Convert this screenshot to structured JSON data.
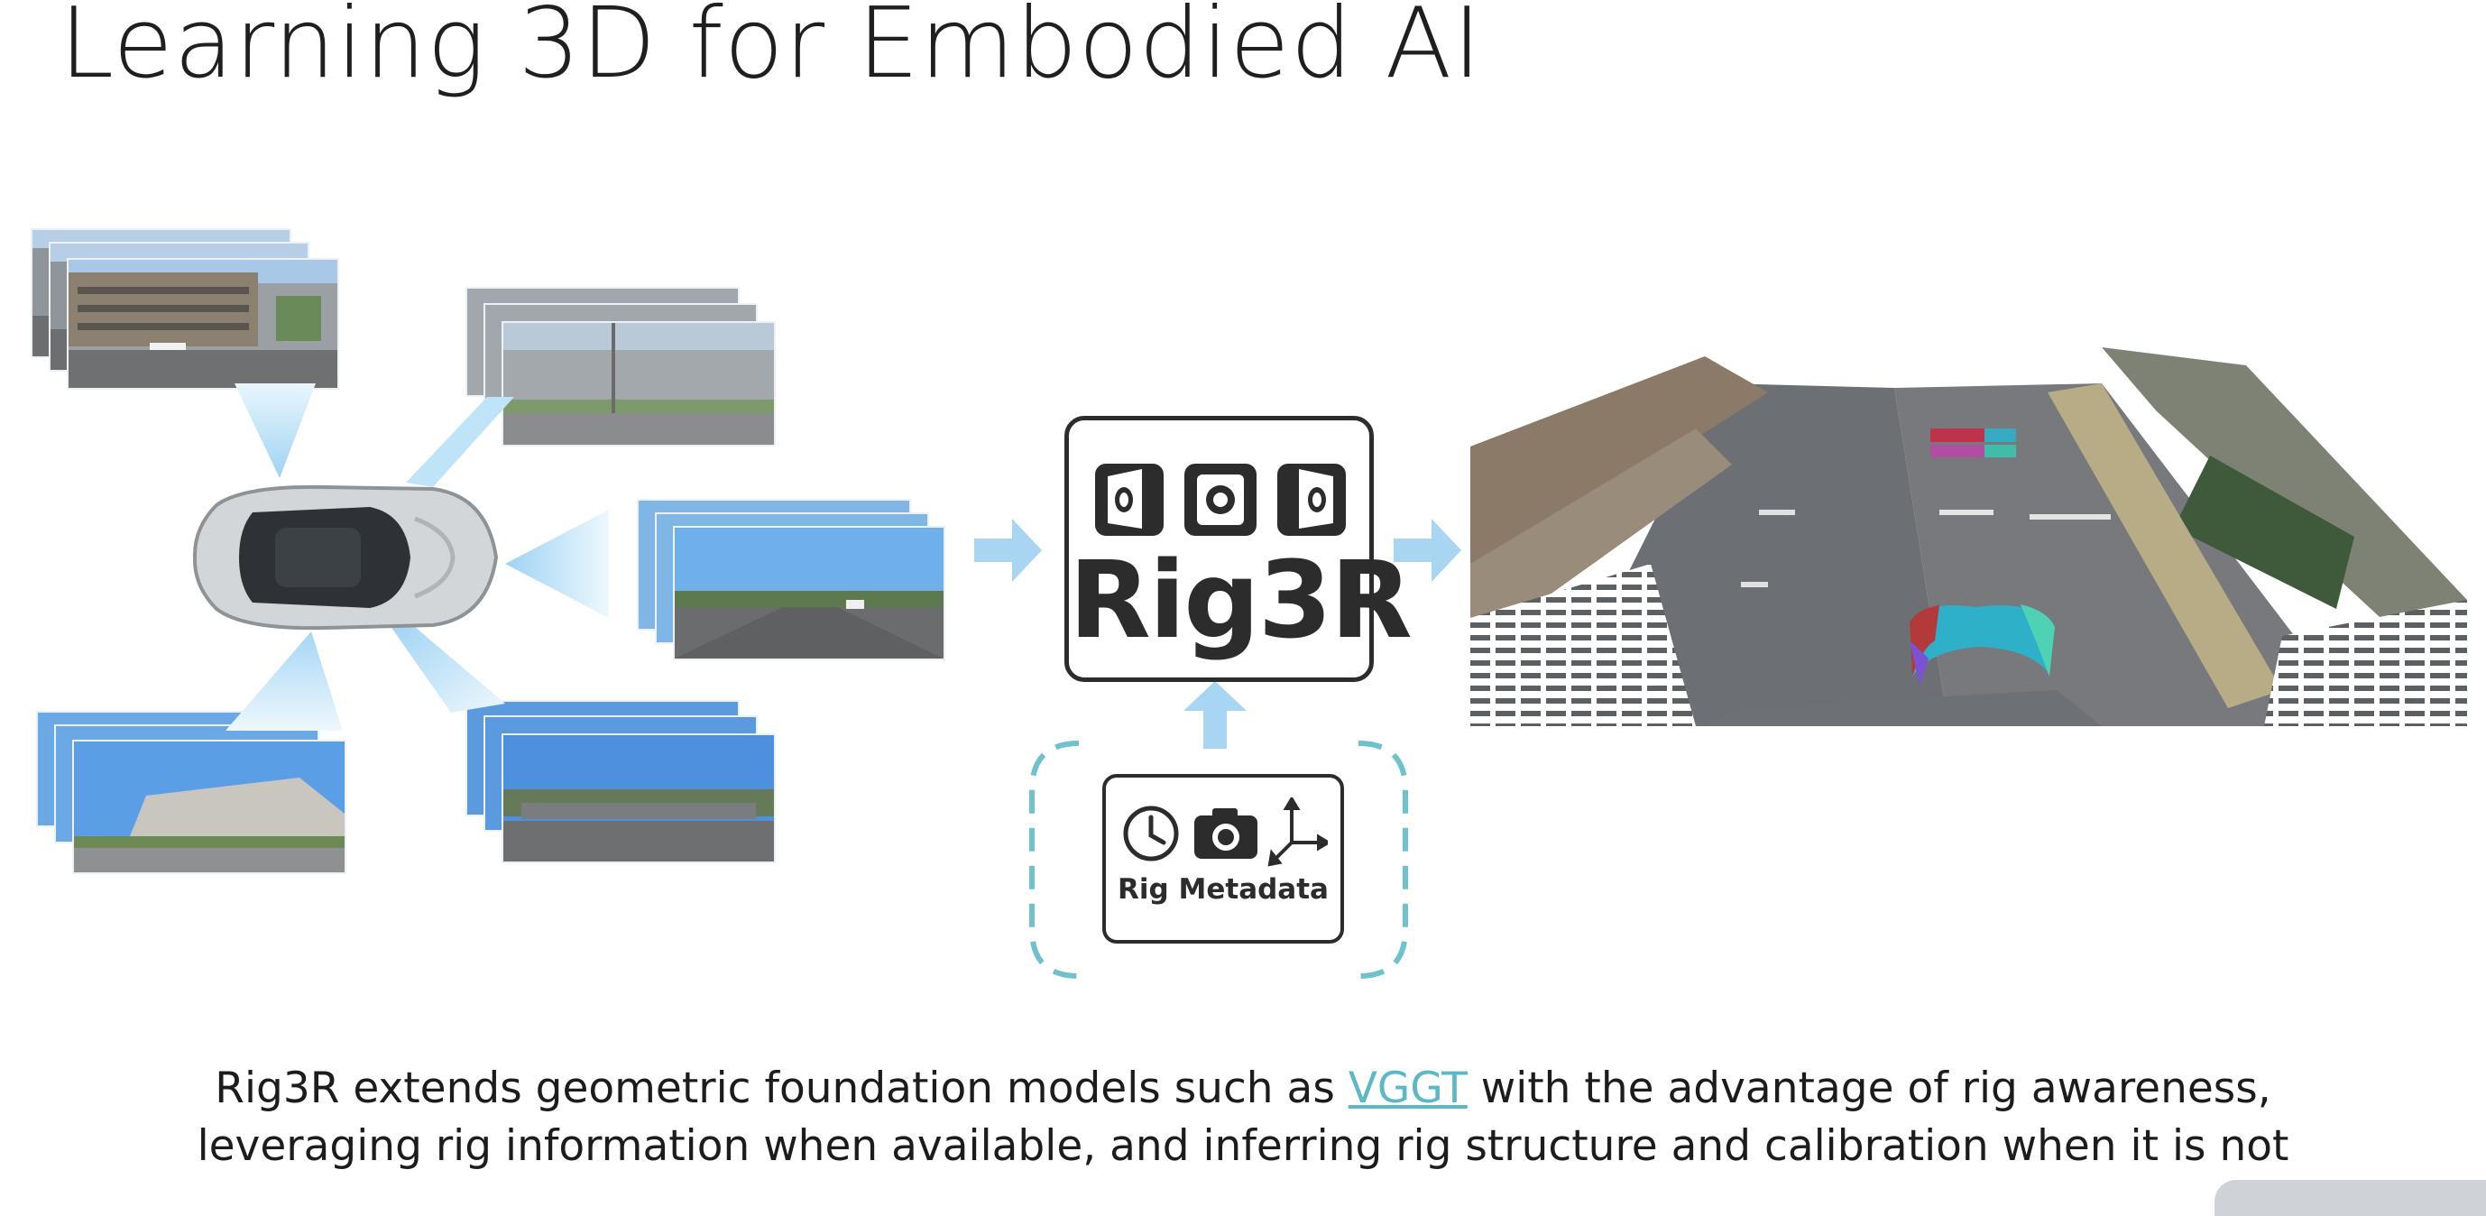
{
  "slide": {
    "title": "Learning 3D for Embodied AI",
    "model_label": "Rig3R",
    "metadata_label": "Rig Metadata",
    "metadata_icons": [
      "clock-icon",
      "camera-icon",
      "axes-icon"
    ],
    "model_icons": [
      "camera-left-icon",
      "camera-front-icon",
      "camera-right-icon"
    ],
    "caption": {
      "line1_before": "Rig3R extends geometric foundation models such as ",
      "link_text": "VGGT",
      "line1_after": " with the advantage of rig awareness,",
      "line2": "leveraging rig information when available, and inferring rig structure and calibration when it is not"
    },
    "colors": {
      "accent_arrow": "#a8d6f2",
      "dashed_border": "#6fc1cc",
      "link": "#5bb8c6",
      "box_border": "#2c2c2c"
    }
  }
}
